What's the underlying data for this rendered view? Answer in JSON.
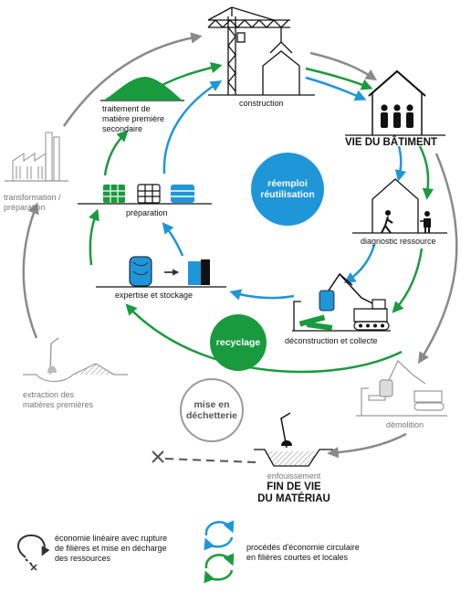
{
  "colors": {
    "green": "#1a9a3e",
    "blue": "#1e96d8",
    "gray": "#8a8a8a",
    "dark": "#111111"
  },
  "labels": {
    "construction": "construction",
    "vie_batiment": "VIE DU BÂTIMENT",
    "traitement": "traitement de\nmatière première\nsecondaire",
    "transformation": "transformation /\npréparation",
    "preparation": "préparation",
    "diagnostic": "diagnostic ressource",
    "expertise": "expertise et stockage",
    "deconstruction": "déconstruction et collecte",
    "extraction": "extraction des\nmatières premières",
    "demolition": "démolition",
    "enfouissement": "enfouissement",
    "fin_de_vie": "FIN DE VIE\nDU MATÉRIAU"
  },
  "circles": {
    "reemploi": "réemploi\nréutilisation",
    "recyclage": "recyclage",
    "dechetterie": "mise en\ndéchetterie"
  },
  "legend": {
    "linear": "économie linéaire avec rupture\nde filières et mise en décharge\ndes ressources",
    "circular": "procédés d'économie circulaire\nen filières courtes et locales"
  }
}
